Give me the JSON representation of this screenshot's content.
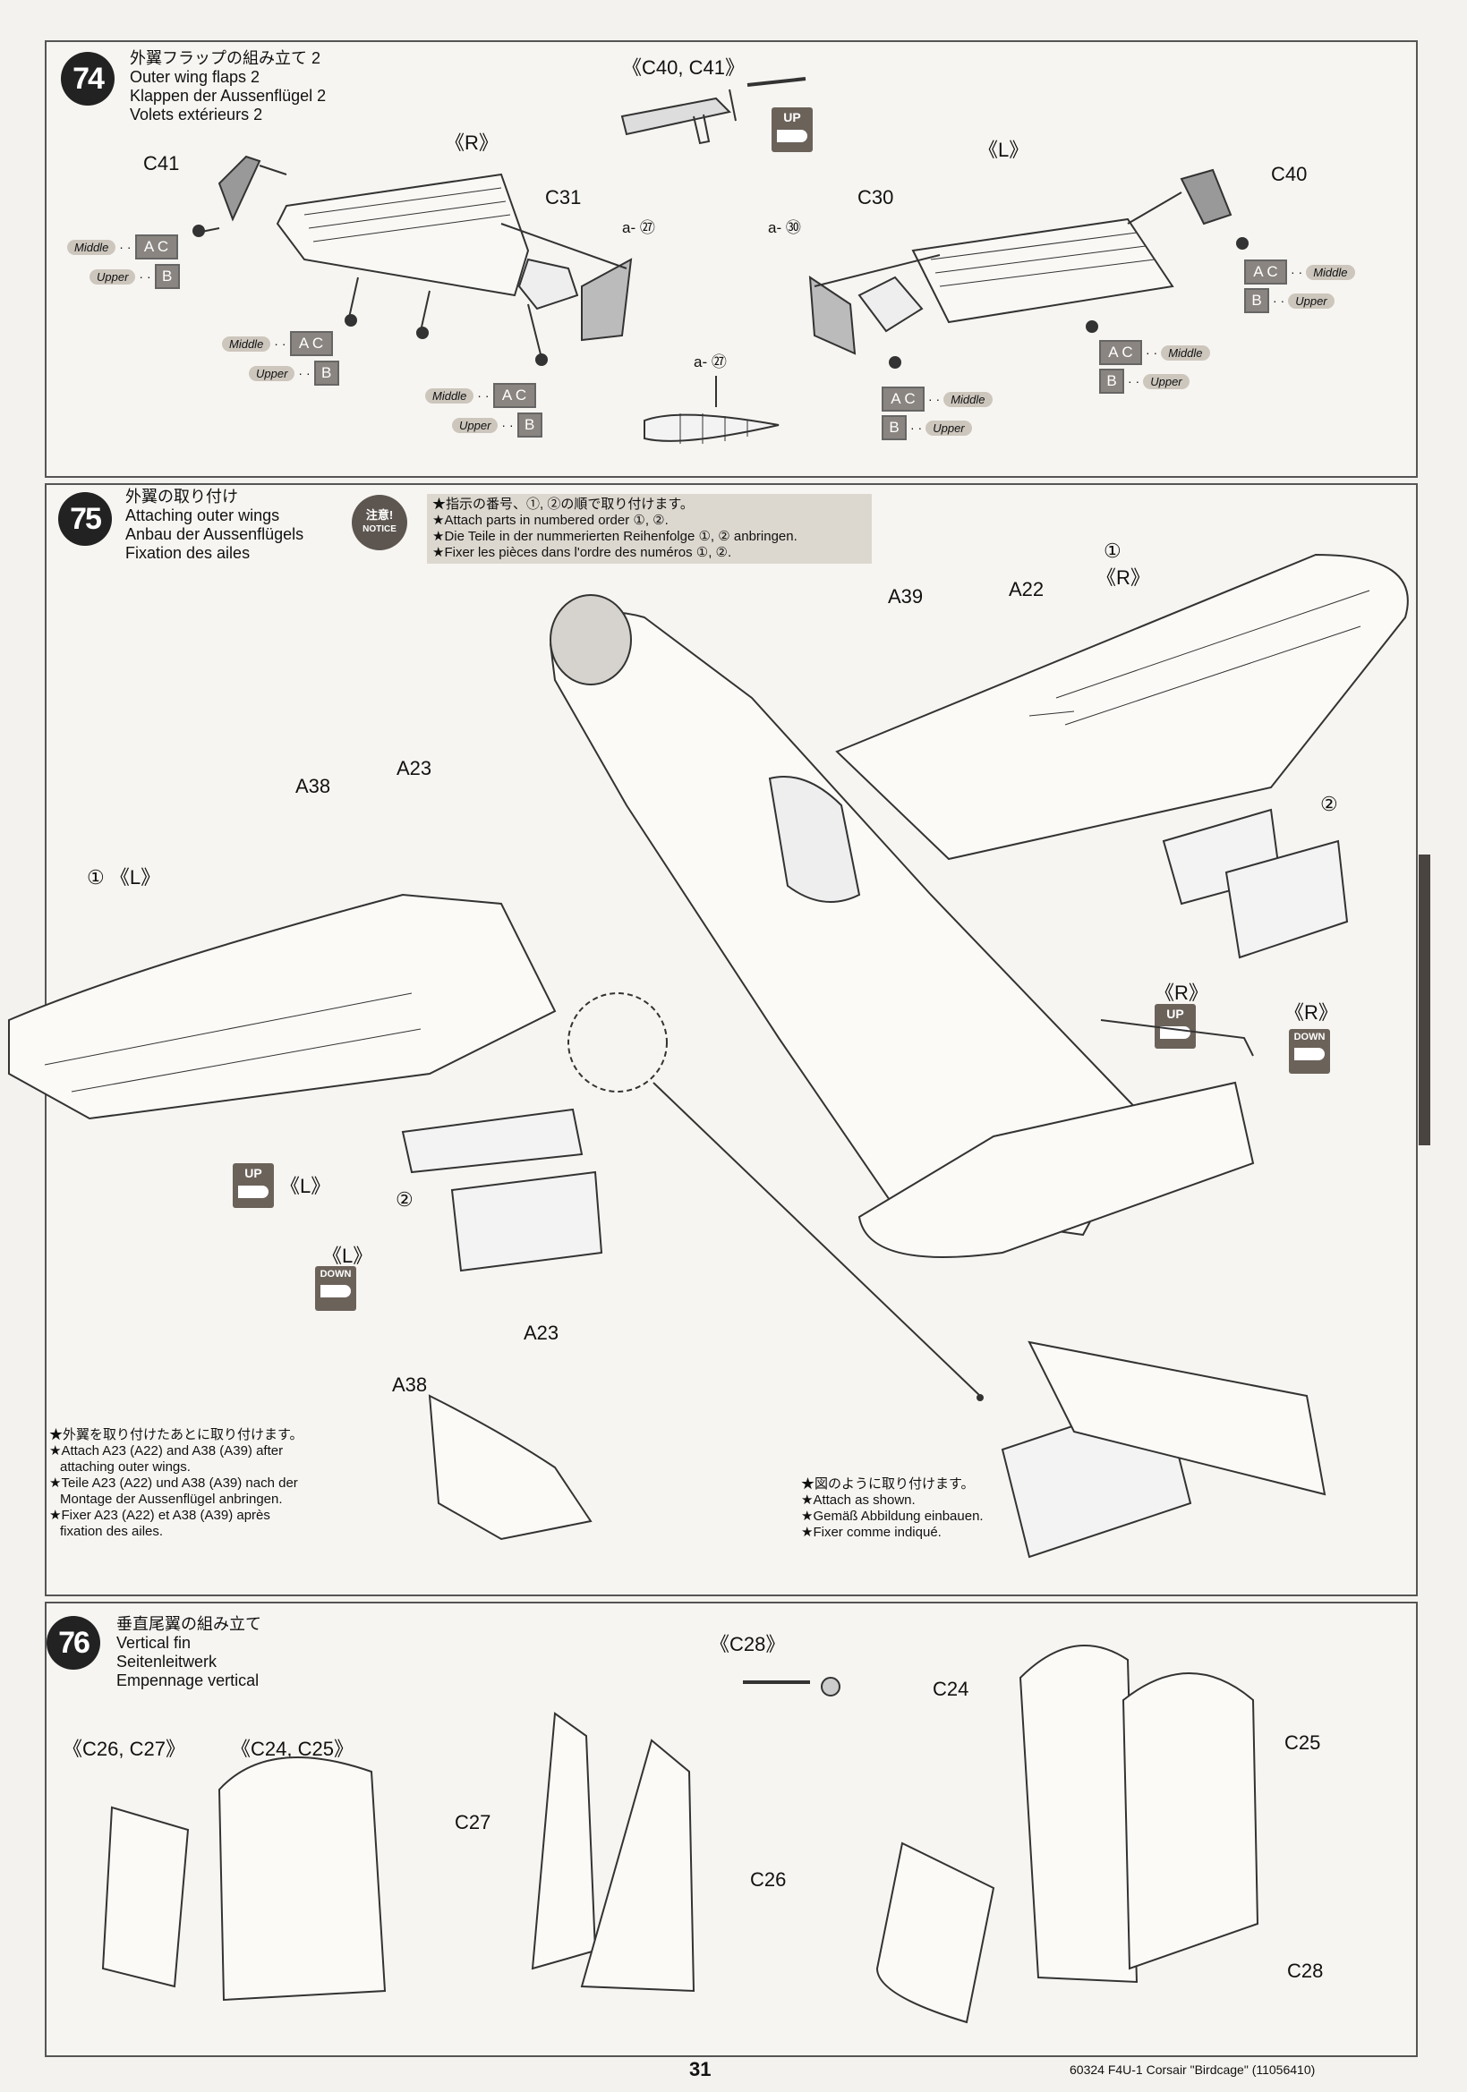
{
  "step74": {
    "num": "74",
    "title_jp": "外翼フラップの組み立て 2",
    "title_en": "Outer wing flaps 2",
    "title_de": "Klappen der Aussenflügel 2",
    "title_fr": "Volets extérieurs 2",
    "parts_top": "《C40, C41》",
    "label_r": "《R》",
    "label_l": "《L》",
    "c41": "C41",
    "c31": "C31",
    "c30": "C30",
    "c40": "C40",
    "a27": "a- ㉗",
    "a30": "a- ㉚",
    "a27b": "a- ㉗",
    "middle": "Middle",
    "upper": "Upper",
    "ac": "A C",
    "b": "B",
    "up": "UP"
  },
  "step75": {
    "num": "75",
    "title_jp": "外翼の取り付け",
    "title_en": "Attaching outer wings",
    "title_de": "Anbau der Aussenflügels",
    "title_fr": "Fixation des ailes",
    "notice_jp": "注意!",
    "notice_en": "NOTICE",
    "note1_jp": "★指示の番号、①, ②の順で取り付けます。",
    "note1_en": "★Attach parts in numbered order ①, ②.",
    "note1_de": "★Die Teile in der nummerierten Reihenfolge ①, ② anbringen.",
    "note1_fr": "★Fixer les pièces dans l'ordre des numéros ①, ②.",
    "r1": "①",
    "r1_side": "《R》",
    "a39": "A39",
    "a22": "A22",
    "a38": "A38",
    "a23": "A23",
    "l1": "① 《L》",
    "two": "②",
    "two_b": "②",
    "r_up": "《R》",
    "r_down": "《R》",
    "l_up": "《L》",
    "l_down": "《L》",
    "up": "UP",
    "down": "DOWN",
    "a23b": "A23",
    "a38b": "A38",
    "note2_jp": "★外翼を取り付けたあとに取り付けます。",
    "note2_en1": "★Attach A23 (A22) and A38 (A39) after",
    "note2_en2": "attaching outer wings.",
    "note2_de1": "★Teile A23 (A22) und A38 (A39) nach der",
    "note2_de2": "Montage der Aussenflügel anbringen.",
    "note2_fr1": "★Fixer A23 (A22) et A38 (A39) après",
    "note2_fr2": "fixation des ailes.",
    "note3_jp": "★図のように取り付けます。",
    "note3_en": "★Attach as shown.",
    "note3_de": "★Gemäß Abbildung einbauen.",
    "note3_fr": "★Fixer comme indiqué."
  },
  "step76": {
    "num": "76",
    "title_jp": "垂直尾翼の組み立て",
    "title_en": "Vertical fin",
    "title_de": "Seitenleitwerk",
    "title_fr": "Empennage vertical",
    "c28top": "《C28》",
    "c26c27": "《C26, C27》",
    "c24c25": "《C24, C25》",
    "c27": "C27",
    "c26": "C26",
    "c24": "C24",
    "c25": "C25",
    "c28": "C28"
  },
  "footer": {
    "page": "31",
    "code": "60324  F4U-1 Corsair \"Birdcage\" (11056410)"
  }
}
